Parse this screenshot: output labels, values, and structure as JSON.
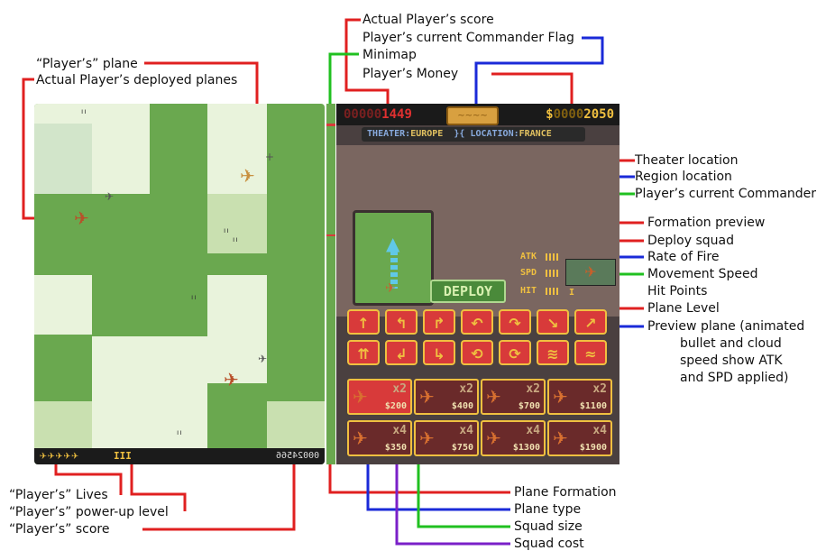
{
  "game": {
    "lives_icons": "✈✈✈✈✈",
    "power_level": "III",
    "player_score": "00024566"
  },
  "panel": {
    "score_dim": "00000",
    "score": "1449",
    "flag_label": "~~~~",
    "money_prefix": "$",
    "money_dim": "0000",
    "money": "2050",
    "theater_label": "THEATER:",
    "theater_value": "EUROPE",
    "location_label": "LOCATION:",
    "location_value": "FRANCE",
    "deploy_label": "DEPLOY",
    "stats": {
      "atk": "ATK",
      "spd": "SPD",
      "hit": "HIT",
      "level": "I"
    }
  },
  "formation_buttons": [
    "↑",
    "↰",
    "↱",
    "↶",
    "↷",
    "↘",
    "↗",
    "⇈",
    "↲",
    "↳",
    "⟲",
    "⟳",
    "≋",
    "≈"
  ],
  "squads": [
    {
      "size": "x2",
      "cost": "$200",
      "selected": true
    },
    {
      "size": "x2",
      "cost": "$400",
      "selected": false
    },
    {
      "size": "x2",
      "cost": "$700",
      "selected": false
    },
    {
      "size": "x2",
      "cost": "$1100",
      "selected": false
    },
    {
      "size": "x4",
      "cost": "$350",
      "selected": false
    },
    {
      "size": "x4",
      "cost": "$750",
      "selected": false
    },
    {
      "size": "x4",
      "cost": "$1300",
      "selected": false
    },
    {
      "size": "x4",
      "cost": "$1900",
      "selected": false
    }
  ],
  "annotations": {
    "players_plane": "“Player’s” plane",
    "deployed_planes": "Actual Player’s deployed planes",
    "actual_score": "Actual Player’s score",
    "commander_flag": "Player’s current Commander Flag",
    "minimap": "Minimap",
    "money": "Player’s Money",
    "theater_location": "Theater location",
    "region_location": "Region location",
    "current_commander": "Player’s current Commander",
    "formation_preview": "Formation preview",
    "deploy_squad": "Deploy squad",
    "rate_of_fire": "Rate of Fire",
    "movement_speed": "Movement Speed",
    "hit_points": "Hit Points",
    "plane_level": "Plane Level",
    "preview_plane_1": "Preview plane (animated",
    "preview_plane_2": "bullet and cloud",
    "preview_plane_3": "speed show ATK",
    "preview_plane_4": "and SPD applied)",
    "lives": "“Player’s” Lives",
    "powerup": "“Player’s” power-up level",
    "player_score": "“Player’s” score",
    "plane_formation": "Plane Formation",
    "plane_type": "Plane type",
    "squad_size": "Squad size",
    "squad_cost": "Squad cost"
  },
  "colors": {
    "red": "#e02020",
    "blue": "#1a2ad8",
    "green": "#20c020",
    "purple": "#7a20c8"
  }
}
